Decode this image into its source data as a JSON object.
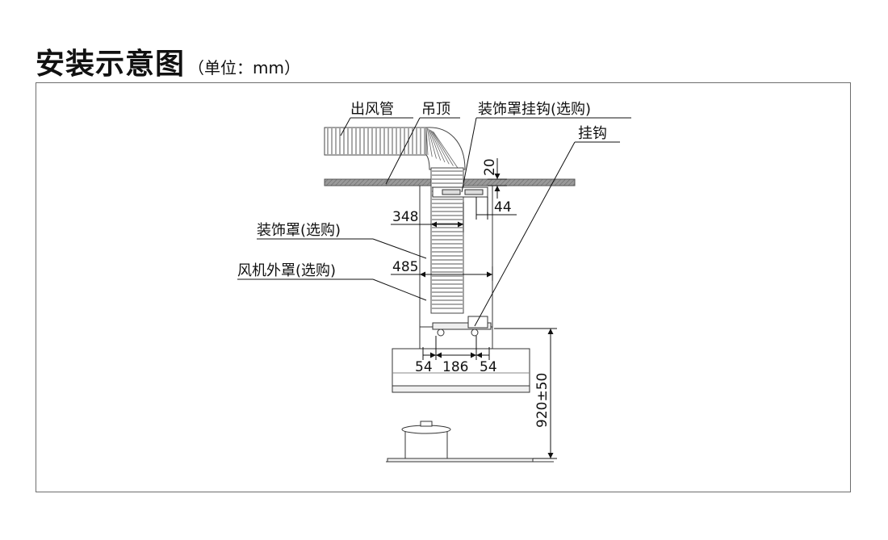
{
  "title": {
    "main": "安装示意图",
    "unit": "（单位：mm）"
  },
  "labels": {
    "outlet_duct": "出风管",
    "ceiling": "吊顶",
    "cover_hook": "装饰罩挂钩(选购)",
    "hook": "挂钩",
    "decorative_cover": "装饰罩(选购)",
    "fan_cover": "风机外罩(选购)"
  },
  "dimensions": {
    "d20": "20",
    "d44": "44",
    "d348": "348",
    "d485": "485",
    "d54_left": "54",
    "d186": "186",
    "d54_right": "54",
    "d920": "920±50"
  },
  "colors": {
    "line": "#111111",
    "ceiling_fill": "#8a8a8a",
    "duct_stroke": "#4a4a4a",
    "frame": "#6e6e6e"
  }
}
